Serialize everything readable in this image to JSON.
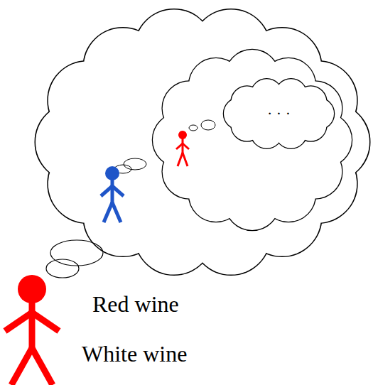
{
  "diagram": {
    "nodes": [
      {
        "text": [
          "· · ·"
        ]
      }
    ],
    "labels": [
      "Red wine",
      "White wine"
    ]
  }
}
